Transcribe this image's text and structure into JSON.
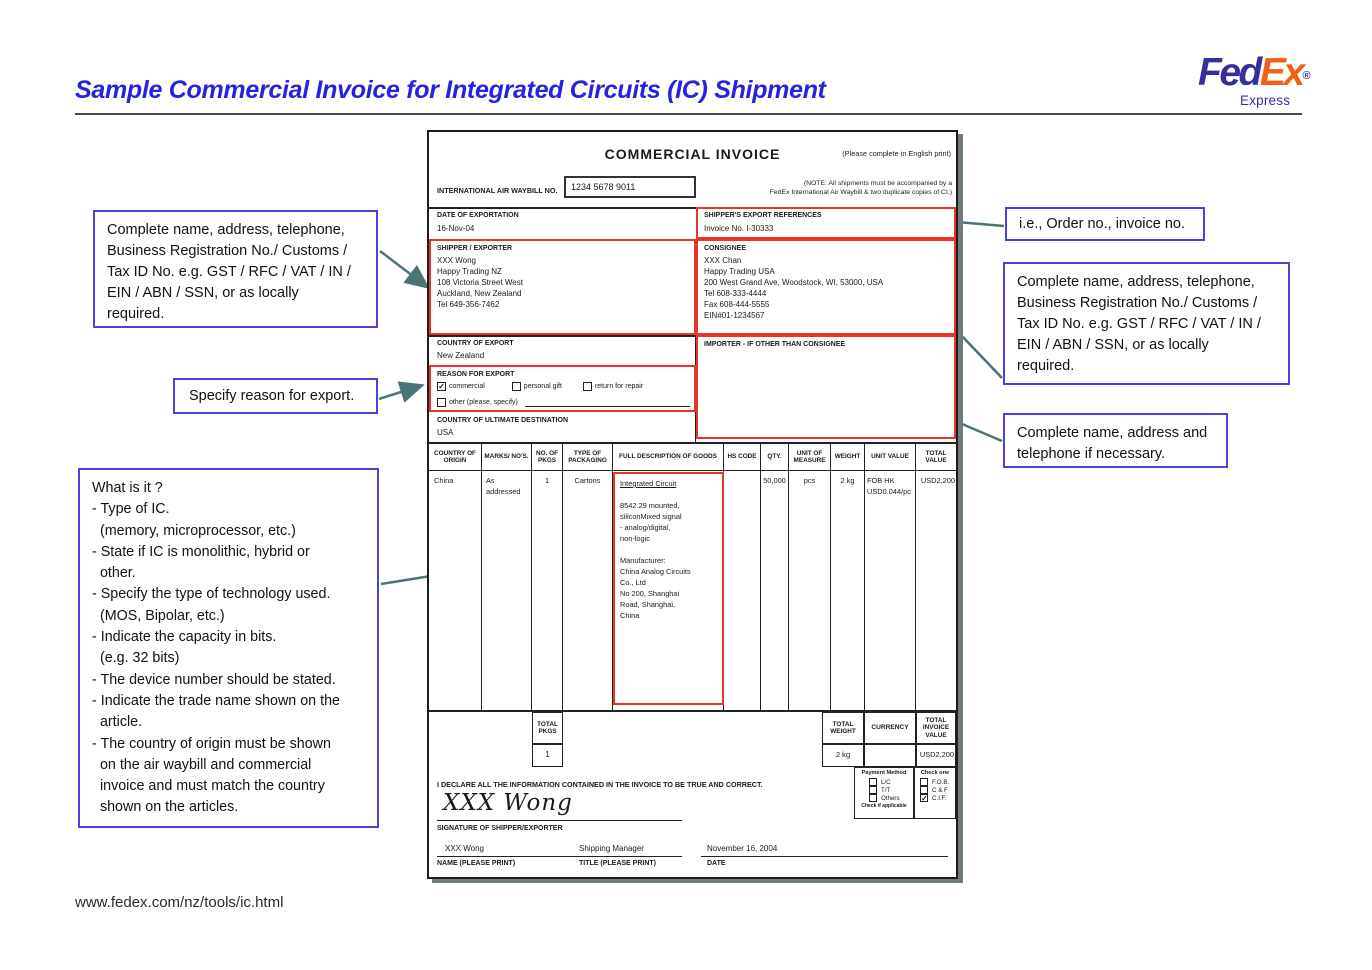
{
  "page": {
    "title": "Sample Commercial Invoice for Integrated Circuits (IC) Shipment",
    "footer_url": "www.fedex.com/nz/tools/ic.html"
  },
  "logo": {
    "fed": "Fed",
    "ex": "Ex",
    "reg": "®",
    "express": "Express"
  },
  "colors": {
    "title_blue": "#2424e0",
    "callout_border": "#4a42dd",
    "highlight_red": "#e8342d",
    "arrow": "#4a7478",
    "fedex_purple": "#352f9e",
    "fedex_orange": "#f26014"
  },
  "callouts": {
    "shipper_info": [
      "Complete name, address, telephone,",
      "Business Registration No./ Customs /",
      "Tax ID No. e.g. GST / RFC / VAT / IN /",
      "EIN / ABN / SSN, or as locally",
      "required."
    ],
    "reason": "Specify reason for export.",
    "what_is_it": [
      "What is it ?",
      "- Type of IC.",
      "  (memory, microprocessor, etc.)",
      "- State if IC is monolithic, hybrid or",
      "  other.",
      "- Specify the type of technology used.",
      "  (MOS, Bipolar, etc.)",
      "- Indicate the capacity in bits.",
      "  (e.g. 32 bits)",
      "- The device number should be stated.",
      "- Indicate the trade name shown on the",
      "  article.",
      "- The country of origin must be shown",
      "  on the air waybill and commercial",
      "  invoice and must match the country",
      "  shown on the articles."
    ],
    "order_no": "i.e., Order no., invoice no.",
    "consignee_info": [
      "Complete name, address, telephone,",
      "Business Registration No./ Customs /",
      "Tax ID No. e.g. GST / RFC / VAT / IN /",
      "EIN / ABN / SSN, or as locally",
      "required."
    ],
    "importer_info": [
      "Complete name, address and",
      "telephone if necessary."
    ]
  },
  "invoice": {
    "title": "COMMERCIAL INVOICE",
    "subtitle": "(Please complete in English print)",
    "awb_label": "INTERNATIONAL AIR WAYBILL NO.",
    "awb_value": "1234 5678 9011",
    "note": [
      "(NOTE: All shipments must be accompanied by a",
      "FedEx International Air Waybill & two duplicate copies of CI.)"
    ],
    "date_of_exportation": {
      "label": "DATE OF EXPORTATION",
      "value": "16-Nov-04"
    },
    "export_references": {
      "label": "SHIPPER'S EXPORT REFERENCES",
      "value": "Invoice No. I-30333"
    },
    "shipper": {
      "label": "SHIPPER / EXPORTER",
      "lines": [
        "XXX Wong",
        "Happy Trading NZ",
        "108 Victoria Street West",
        "Auckland, New Zealand",
        "Tel 649-356-7462"
      ]
    },
    "consignee": {
      "label": "CONSIGNEE",
      "lines": [
        "XXX Chan",
        "Happy Trading USA",
        "200 West Grand Ave, Woodstock, WI, 53000, USA",
        "Tel 608-333-4444",
        "Fax 608-444-5555",
        "EIN#01-1234567"
      ]
    },
    "country_of_export": {
      "label": "COUNTRY OF EXPORT",
      "value": "New Zealand"
    },
    "reason_for_export": {
      "label": "REASON FOR EXPORT",
      "options": [
        {
          "label": "commercial",
          "mark": "✓"
        },
        {
          "label": "personal gift",
          "mark": ""
        },
        {
          "label": "return for repair",
          "mark": ""
        },
        {
          "label": "other (please, specify)",
          "mark": ""
        }
      ]
    },
    "ultimate_destination": {
      "label": "COUNTRY OF ULTIMATE DESTINATION",
      "value": "USA"
    },
    "importer": {
      "label": "IMPORTER - IF OTHER THAN CONSIGNEE"
    },
    "table": {
      "headers": [
        "COUNTRY OF ORIGIN",
        "MARKS/ NO'S.",
        "NO. OF PKGS",
        "TYPE OF PACKAGING",
        "FULL DESCRIPTION OF GOODS",
        "HS CODE",
        "QTY.",
        "UNIT OF MEASURE",
        "WEIGHT",
        "UNIT VALUE",
        "TOTAL VALUE"
      ],
      "row": {
        "country_of_origin": "China",
        "marks": [
          "As",
          "addressed"
        ],
        "no_of_pkgs": "1",
        "type_of_packaging": "Cartons",
        "hs_code": "",
        "qty": "50,000",
        "unit_of_measure": "pcs",
        "weight": "2 kg",
        "unit_value": "FOB HK USD0.044/pc",
        "total_value": "USD2,200"
      },
      "description": {
        "title": "Integrated Circuit",
        "body_lines": [
          "8542.29 mounted,",
          "siliconMixed signal",
          "- analog/digital,",
          "non-logic"
        ],
        "manufacturer_lines": [
          "Manufacturer:",
          "China Analog Circuits",
          "Co., Ltd",
          "No 200, Shanghai",
          "Road, Shanghai,",
          "China"
        ]
      }
    },
    "totals": {
      "total_pkgs_label": "TOTAL PKGS",
      "total_pkgs_value": "1",
      "total_weight_label": "TOTAL WEIGHT",
      "total_weight_value": "2 kg",
      "currency_label": "CURRENCY",
      "currency_value": "",
      "total_invoice_label": "TOTAL INVOICE VALUE",
      "total_invoice_value": "USD2,200"
    },
    "payment": {
      "label": "Payment Method",
      "methods": [
        {
          "label": "L/C",
          "mark": ""
        },
        {
          "label": "T/T",
          "mark": ""
        },
        {
          "label": "Others",
          "mark": ""
        }
      ],
      "hint": "Check if applicable",
      "check_one_label": "Check one",
      "incoterms": [
        {
          "label": "F.O.B.",
          "mark": ""
        },
        {
          "label": "C & F",
          "mark": ""
        },
        {
          "label": "C.I.F.",
          "mark": "✓"
        }
      ]
    },
    "declaration": {
      "text": "I DECLARE ALL THE INFORMATION CONTAINED IN THE INVOICE TO BE TRUE AND CORRECT.",
      "signature": "XXX Wong",
      "signature_label": "SIGNATURE OF SHIPPER/EXPORTER",
      "name_value": "XXX Wong",
      "name_label": "NAME (PLEASE PRINT)",
      "title_value": "Shipping Manager",
      "title_label": "TITLE (PLEASE PRINT)",
      "date_value": "November 16, 2004",
      "date_label": "DATE"
    }
  }
}
